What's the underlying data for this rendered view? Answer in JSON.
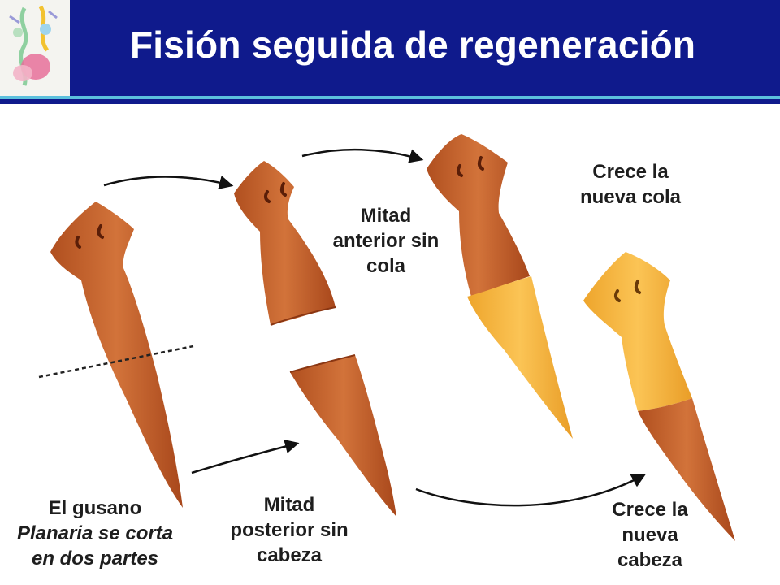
{
  "header": {
    "title": "Fisión seguida de regeneración",
    "logo_icon": "biology-logo-icon"
  },
  "labels": {
    "whole_worm": [
      "El gusano",
      "Planaria se corta",
      "en dos partes"
    ],
    "anterior_half": [
      "Mitad",
      "anterior sin",
      "cola"
    ],
    "posterior_half": [
      "Mitad",
      "posterior sin",
      "cabeza"
    ],
    "new_tail": [
      "Crece la",
      "nueva cola"
    ],
    "new_head": [
      "Crece la",
      "nueva",
      "cabeza"
    ]
  },
  "colors": {
    "header_bg": "#0f1a8c",
    "accent_rule": "#5cc0dd",
    "old_tissue": "#c4622a",
    "new_tissue": "#f4b23a"
  }
}
